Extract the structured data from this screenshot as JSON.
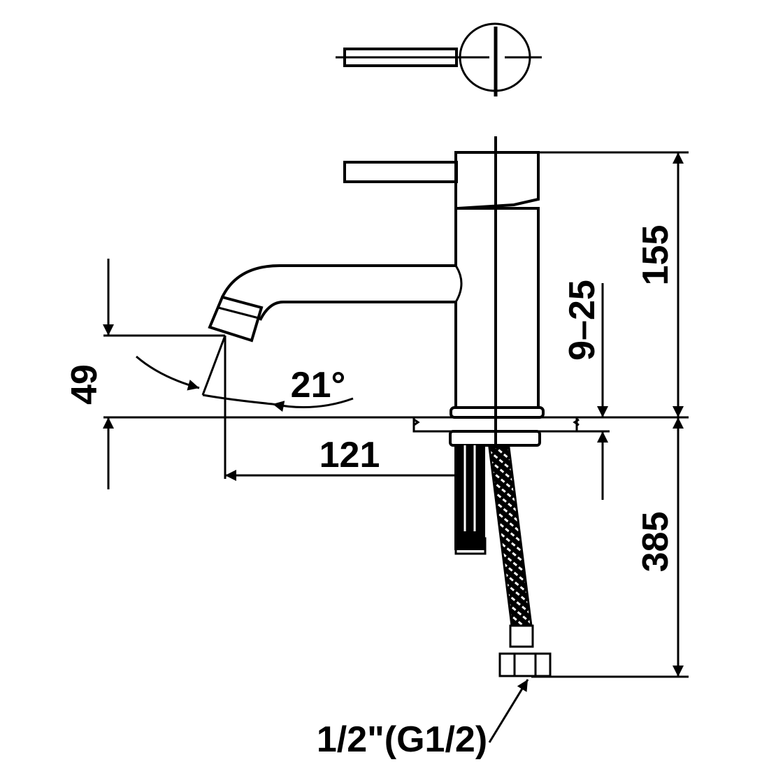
{
  "title": "Basin mixer technical drawing",
  "dimensions": {
    "total_height": "155",
    "hose_length": "385",
    "counter_thickness": "9–25",
    "spout_height": "49",
    "spout_angle": "21°",
    "spout_reach": "121",
    "connection": "1/2\"(G1/2)"
  },
  "colors": {
    "line": "#000000",
    "background": "#ffffff"
  }
}
